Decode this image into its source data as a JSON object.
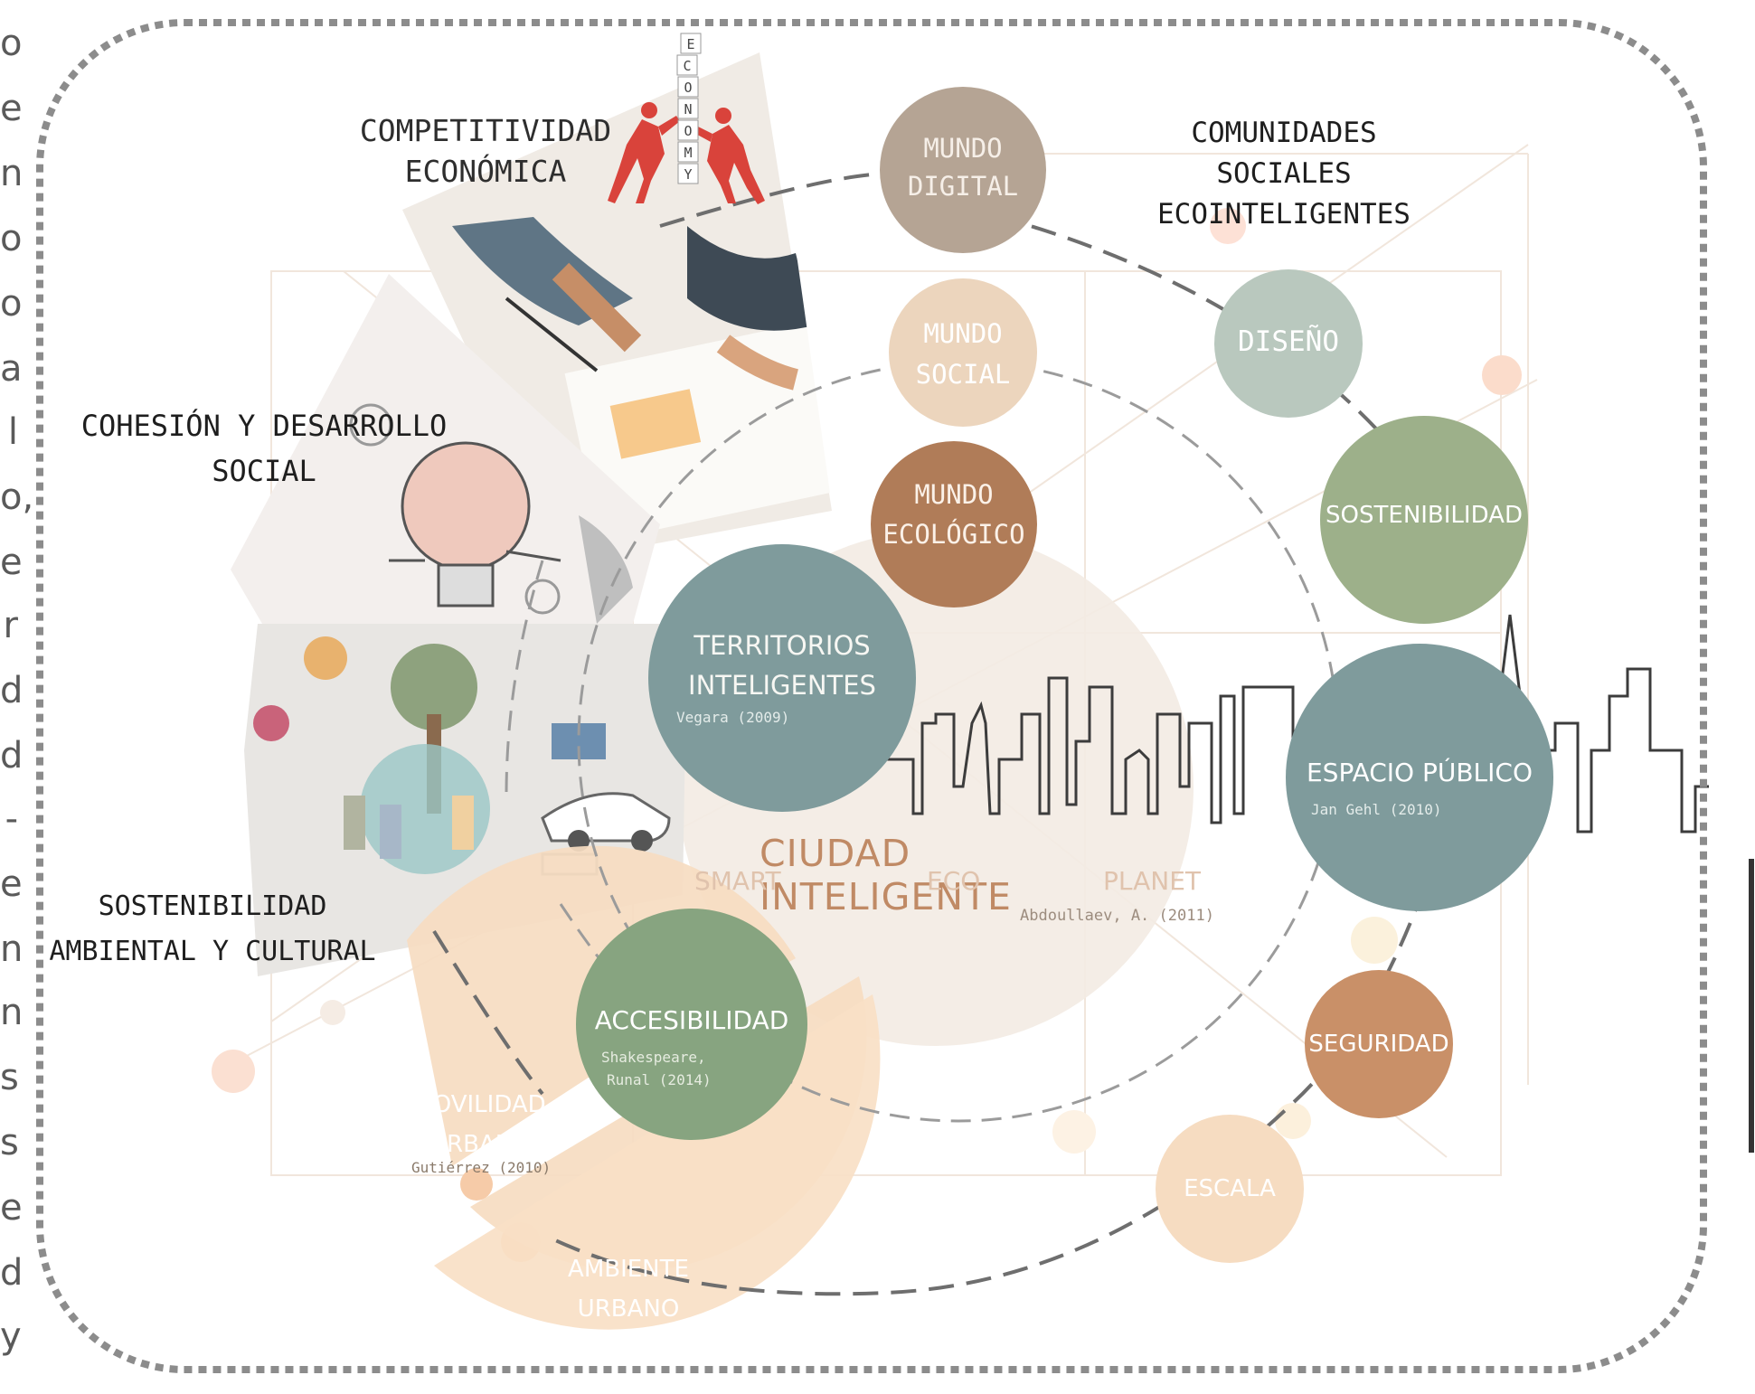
{
  "labels": {
    "competitividad": [
      "COMPETITIVIDAD",
      "ECONÓMICA"
    ],
    "comunidades": [
      "COMUNIDADES",
      "SOCIALES",
      "ECOINTELIGENTES"
    ],
    "cohesion": [
      "COHESIÓN Y DESARROLLO",
      "SOCIAL"
    ],
    "sostenibilidad_ambiental": [
      "SOSTENIBILIDAD",
      "AMBIENTAL Y CULTURAL"
    ],
    "economy_letters": [
      "E",
      "C",
      "O",
      "N",
      "O",
      "M",
      "Y"
    ]
  },
  "bubbles": {
    "mundo_digital": [
      "MUNDO",
      "DIGITAL"
    ],
    "mundo_social": [
      "MUNDO",
      "SOCIAL"
    ],
    "mundo_ecologico": [
      "MUNDO",
      "ECOLÓGICO"
    ],
    "territorios": {
      "lines": [
        "TERRITORIOS",
        "INTELIGENTES"
      ],
      "ref": "Vegara (2009)"
    },
    "diseno": "DISEÑO",
    "sostenibilidad": "SOSTENIBILIDAD",
    "espacio_publico": {
      "title": "ESPACIO PÚBLICO",
      "ref": "Jan Gehl (2010)"
    },
    "seguridad": "SEGURIDAD",
    "escala": "ESCALA",
    "accesibilidad": {
      "title": "ACCESIBILIDAD",
      "ref": [
        "Shakespeare,",
        "Runal (2014)"
      ]
    },
    "movilidad": {
      "lines": [
        "MOVILIDAD",
        "URBANA"
      ],
      "ref": "Gutiérrez (2010)"
    },
    "ambiente": [
      "AMBIENTE",
      "URBANO"
    ]
  },
  "center": {
    "title": "CIUDAD INTELIGENTE",
    "sub": [
      "SMART",
      "ECO",
      "PLANET"
    ],
    "ref": "Abdoullaev, A. (2011)"
  },
  "edge_letters": [
    "o",
    "e",
    "n",
    "o",
    "o",
    "a",
    "l",
    "o,",
    "e",
    "r",
    "d",
    "d",
    "-",
    "e",
    "n",
    "n",
    "s",
    "s",
    "e",
    "d",
    "y"
  ],
  "colors": {
    "taupe": "#b5a494",
    "sand": "#e8ccae",
    "brown": "#b07c58",
    "teal": "#7f9b9c",
    "sage": "#b9c8be",
    "green": "#9db08a",
    "copper": "#c99068",
    "peach": "#f6dcc1",
    "border": "#8c8c8c"
  }
}
